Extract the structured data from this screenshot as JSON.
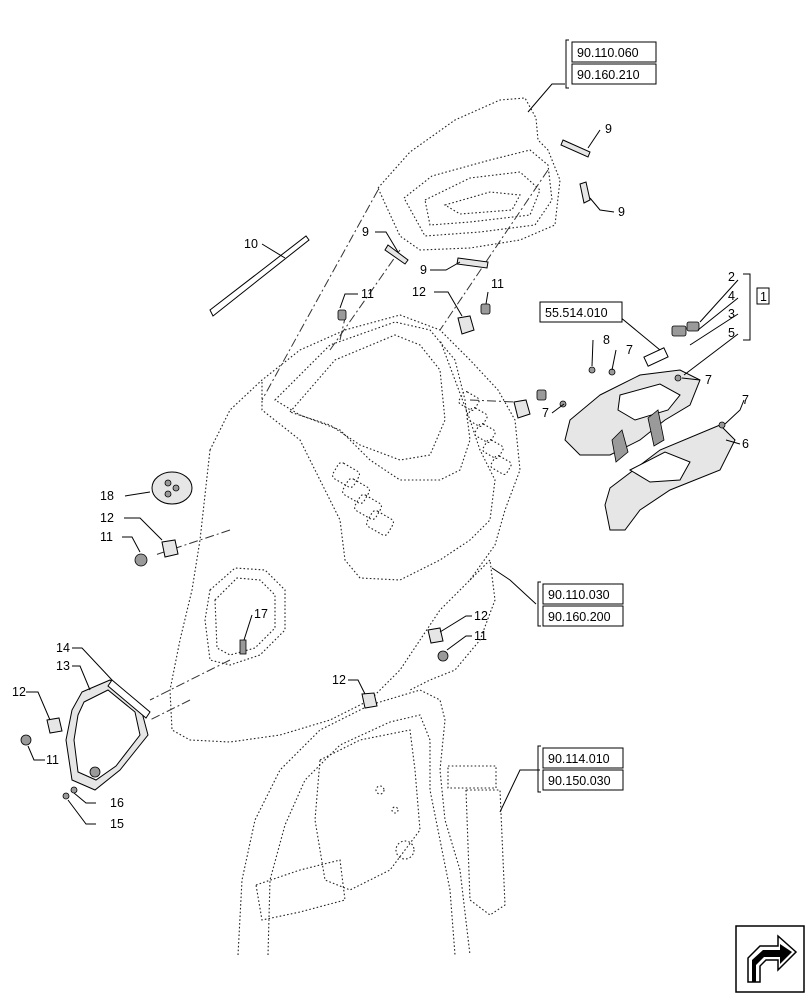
{
  "callouts": {
    "c9a": "9",
    "c9b": "9",
    "c9c": "9",
    "c9d": "9",
    "c10": "10",
    "c11a": "11",
    "c11b": "11",
    "c11c": "11",
    "c11d": "11",
    "c11e": "11",
    "c12a": "12",
    "c12b": "12",
    "c12c": "12",
    "c12d": "12",
    "c12e": "12",
    "c8": "8",
    "c7a": "7",
    "c7b": "7",
    "c7c": "7",
    "c7d": "7",
    "c2": "2",
    "c4": "4",
    "c3": "3",
    "c5": "5",
    "c1": "1",
    "c6": "6",
    "c18": "18",
    "c17": "17",
    "c14": "14",
    "c13": "13",
    "c16": "16",
    "c15": "15"
  },
  "refs": {
    "r1": "90.110.060",
    "r2": "90.160.210",
    "r3": "55.514.010",
    "r4": "90.110.030",
    "r5": "90.160.200",
    "r6": "90.114.010",
    "r7": "90.150.030"
  },
  "icons": {
    "nav": "next-page-arrow-icon"
  }
}
